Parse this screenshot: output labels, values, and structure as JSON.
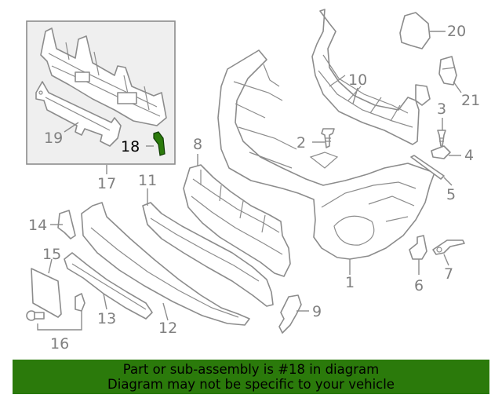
{
  "diagram": {
    "callouts": {
      "c1": "1",
      "c2": "2",
      "c3": "3",
      "c4": "4",
      "c5": "5",
      "c6": "6",
      "c7": "7",
      "c8": "8",
      "c9": "9",
      "c10": "10",
      "c11": "11",
      "c12": "12",
      "c13": "13",
      "c14": "14",
      "c15": "15",
      "c16": "16",
      "c17": "17",
      "c18": "18",
      "c19": "19",
      "c20": "20",
      "c21": "21"
    },
    "highlighted_part": "18",
    "highlight_color": "#2b7a0b"
  },
  "banner": {
    "line1": "Part or sub-assembly is #18 in diagram",
    "line2": "Diagram may not be specific to your vehicle",
    "background": "#2b7a0b"
  }
}
